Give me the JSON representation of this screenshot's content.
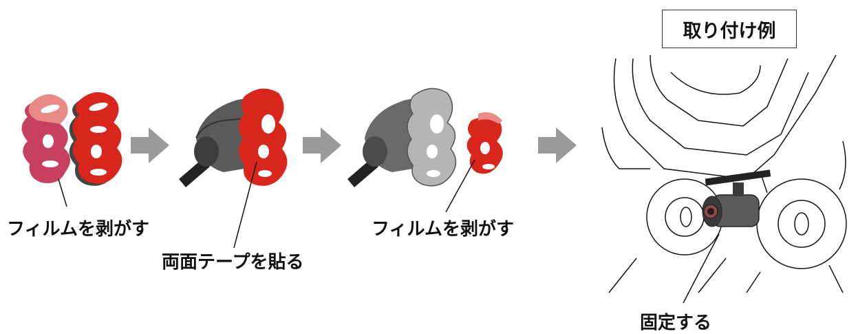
{
  "title": "取り付け例",
  "steps": [
    {
      "label": "フィルムを剥がす"
    },
    {
      "label": "両面テープを貼る"
    },
    {
      "label": "フィルムを剥がす"
    },
    {
      "label": "固定する"
    }
  ],
  "colors": {
    "tape_red": "#d9261c",
    "film_pink": "#d9537a",
    "film_light": "#ea8a86",
    "bracket_gray": "#8c8c8c",
    "camera_dark": "#4a4a4a",
    "arrow_gray": "#9a9a9a"
  },
  "icons": [
    "step-arrow-icon",
    "camera-icon",
    "tape-icon",
    "film-icon",
    "motorcycle-icon"
  ]
}
